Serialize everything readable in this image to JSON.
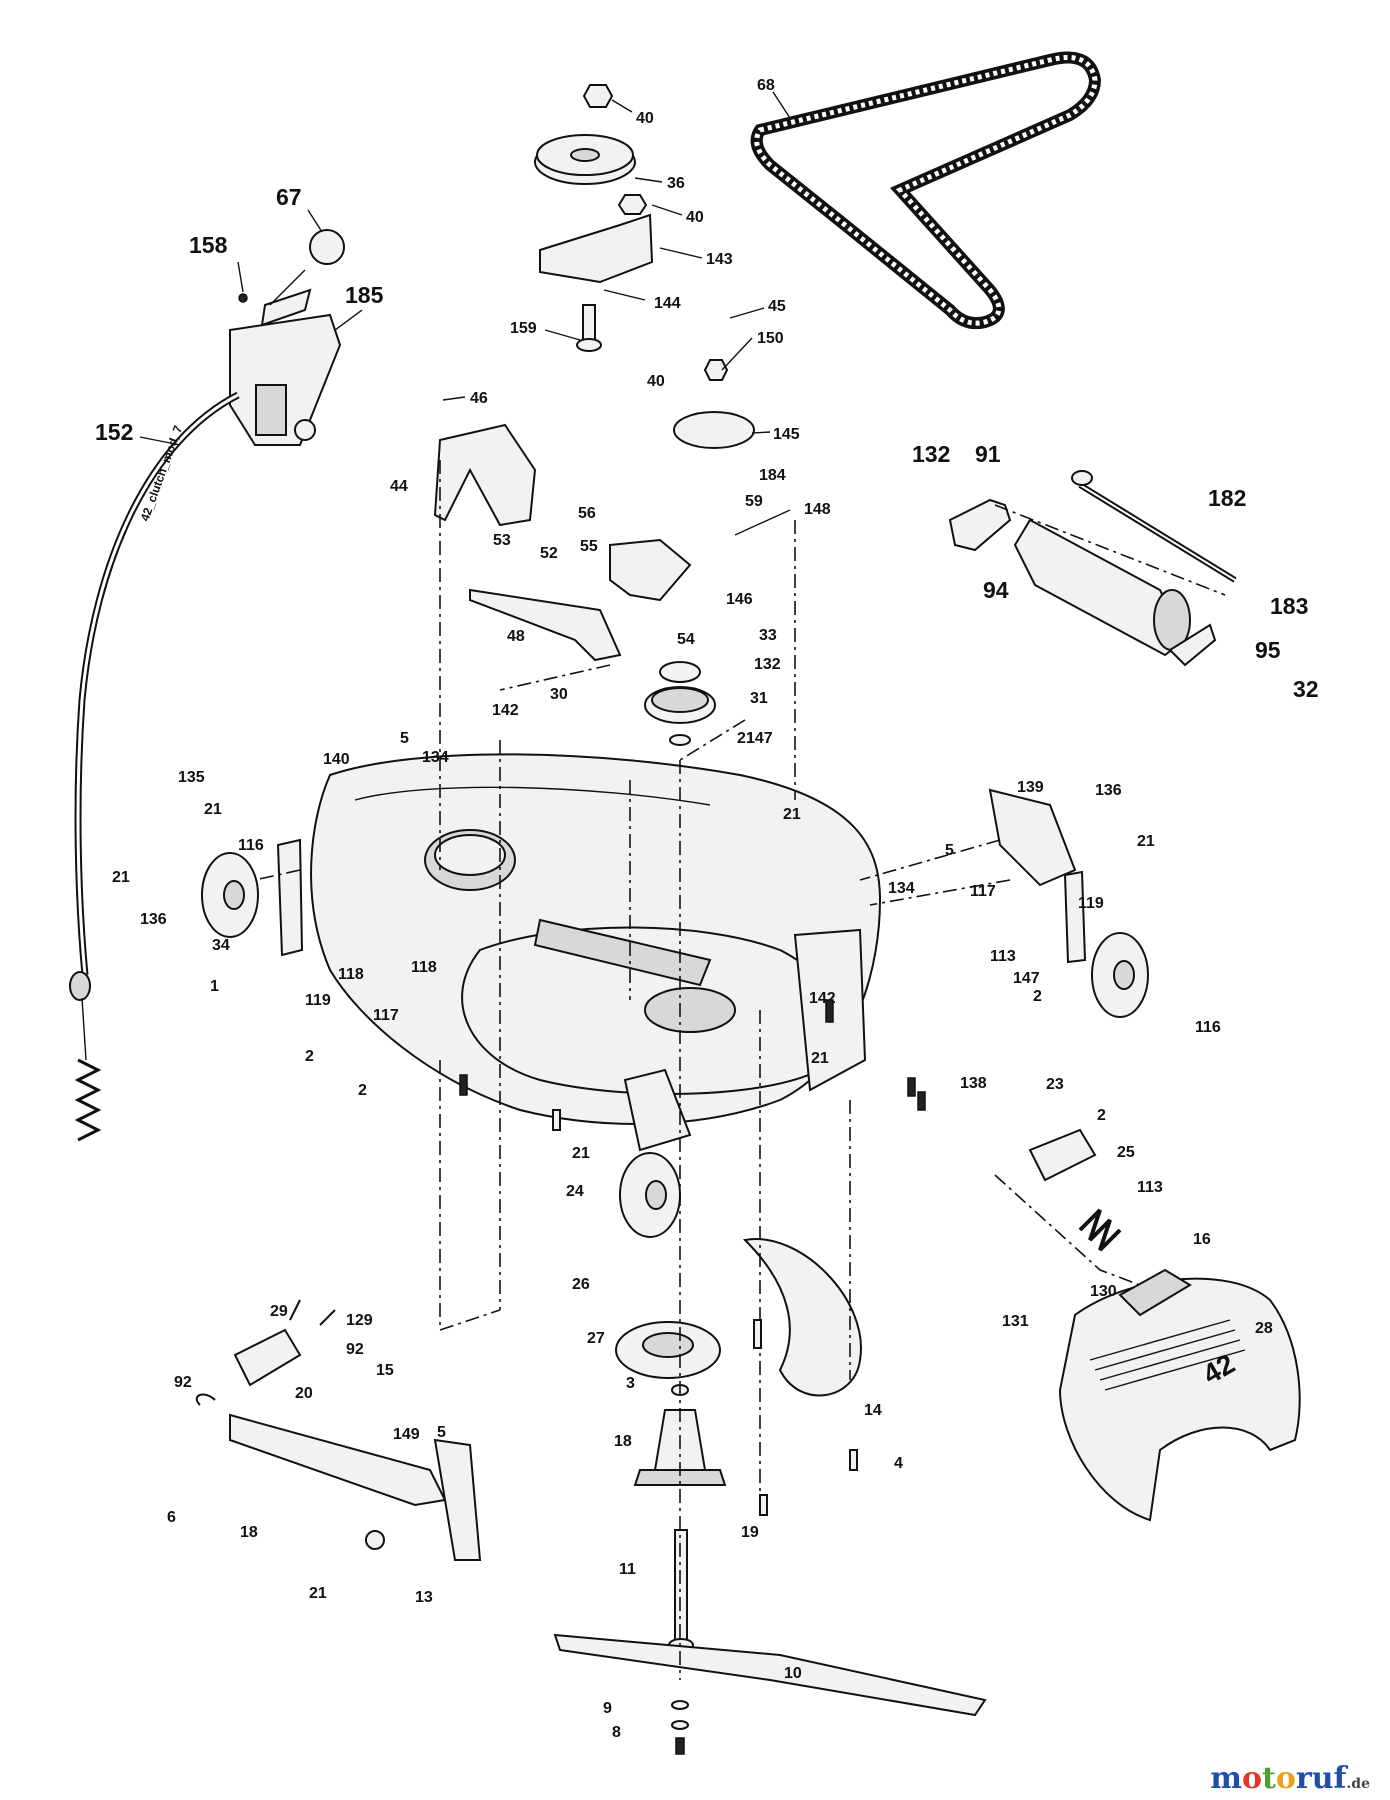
{
  "diagram": {
    "mower_deck_badge": "42",
    "cable_tag": "42_clutch_mod_7",
    "callouts": [
      "68",
      "40",
      "36",
      "40",
      "67",
      "158",
      "185",
      "143",
      "144",
      "45",
      "159",
      "150",
      "40",
      "152",
      "145",
      "46",
      "132",
      "91",
      "184",
      "182",
      "44",
      "56",
      "59",
      "148",
      "55",
      "53",
      "52",
      "146",
      "94",
      "183",
      "48",
      "54",
      "33",
      "95",
      "132",
      "32",
      "31",
      "147",
      "142",
      "30",
      "21",
      "5",
      "140",
      "134",
      "135",
      "21",
      "21",
      "139",
      "5",
      "136",
      "116",
      "21",
      "134",
      "21",
      "117",
      "136",
      "119",
      "34",
      "118",
      "113",
      "1",
      "118",
      "119",
      "147",
      "117",
      "2",
      "116",
      "21",
      "2",
      "142",
      "2",
      "138",
      "21",
      "23",
      "2",
      "24",
      "25",
      "113",
      "26",
      "16",
      "27",
      "28",
      "130",
      "29",
      "131",
      "129",
      "92",
      "92",
      "15",
      "3",
      "20",
      "14",
      "18",
      "4",
      "149",
      "5",
      "6",
      "18",
      "19",
      "21",
      "13",
      "11",
      "10",
      "9",
      "8"
    ]
  },
  "watermark": {
    "parts": [
      "m",
      "o",
      "t",
      "o",
      "ruf"
    ],
    "tld": ".de"
  }
}
